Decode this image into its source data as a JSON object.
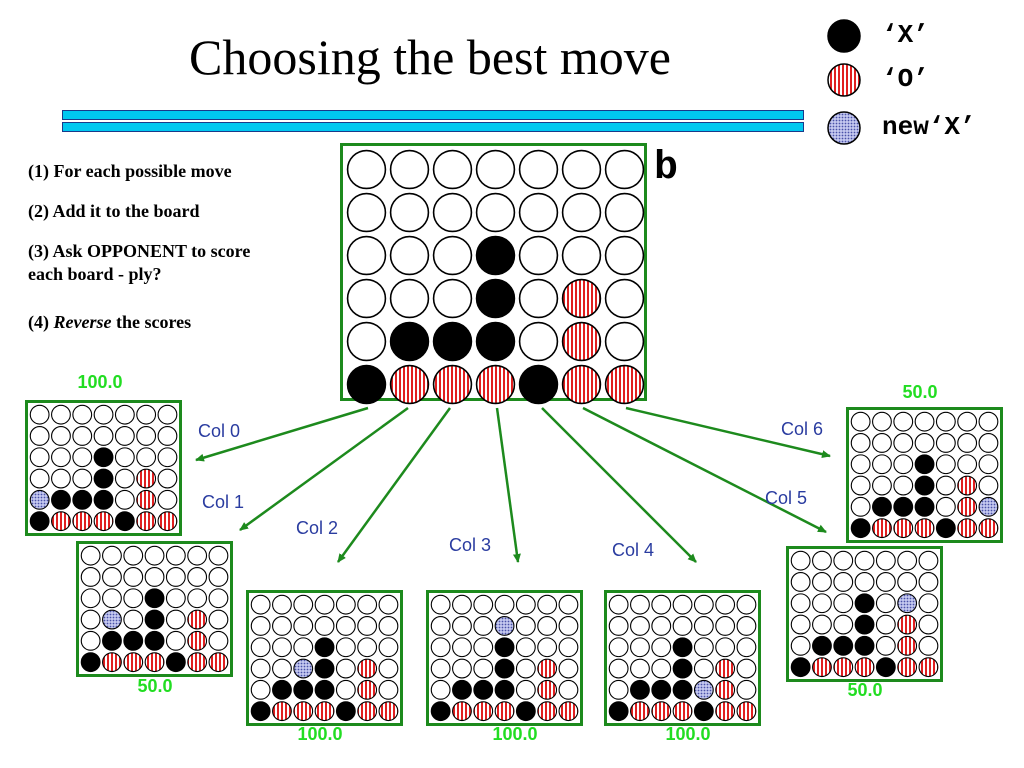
{
  "title": "Choosing the best move",
  "colors": {
    "x_piece": "#000000",
    "o_piece_stripe": "#e02020",
    "new_x_piece": "#9aa0d8",
    "board_border": "#1d8a1d",
    "arrow": "#1d8a1d",
    "score": "#22dd22",
    "col_label": "#2a3ca0",
    "title_bar": "#00c8f0"
  },
  "legend": [
    {
      "piece": "X",
      "label": "‘X’"
    },
    {
      "piece": "O",
      "label": "‘O’"
    },
    {
      "piece": "N",
      "label": "new‘X’"
    }
  ],
  "steps": {
    "step1": "(1) For each possible move",
    "step2": "(2) Add it to the board",
    "step3": "(3) Ask OPPONENT to score each board - ply?",
    "step4_prefix": "(4) ",
    "step4_em": "Reverse",
    "step4_suffix": " the scores"
  },
  "main_board": {
    "label": "b",
    "grid": [
      ".......",
      ".......",
      "...X...",
      "...X.O.",
      ".XXX.O.",
      "XOOOXOO"
    ]
  },
  "children": [
    {
      "col_label": "Col 0",
      "score": "100.0",
      "grid": [
        ".......",
        ".......",
        "...X...",
        "...X.O.",
        "NXXX.O.",
        "XOOOXOO"
      ]
    },
    {
      "col_label": "Col 1",
      "score": "50.0",
      "grid": [
        ".......",
        ".......",
        "...X...",
        ".N.X.O.",
        ".XXX.O.",
        "XOOOXOO"
      ]
    },
    {
      "col_label": "Col 2",
      "score": "100.0",
      "grid": [
        ".......",
        ".......",
        "...X...",
        "..NX.O.",
        ".XXX.O.",
        "XOOOXOO"
      ]
    },
    {
      "col_label": "Col 3",
      "score": "100.0",
      "grid": [
        ".......",
        "...N...",
        "...X...",
        "...X.O.",
        ".XXX.O.",
        "XOOOXOO"
      ]
    },
    {
      "col_label": "Col 4",
      "score": "100.0",
      "grid": [
        ".......",
        ".......",
        "...X...",
        "...X.O.",
        ".XXXNO.",
        "XOOOXOO"
      ]
    },
    {
      "col_label": "Col 5",
      "score": "50.0",
      "grid": [
        ".......",
        ".......",
        "...X.N.",
        "...X.O.",
        ".XXX.O.",
        "XOOOXOO"
      ]
    },
    {
      "col_label": "Col 6",
      "score": "50.0",
      "grid": [
        ".......",
        ".......",
        "...X...",
        "...X.O.",
        ".XXX.ON",
        "XOOOXOO"
      ]
    }
  ]
}
